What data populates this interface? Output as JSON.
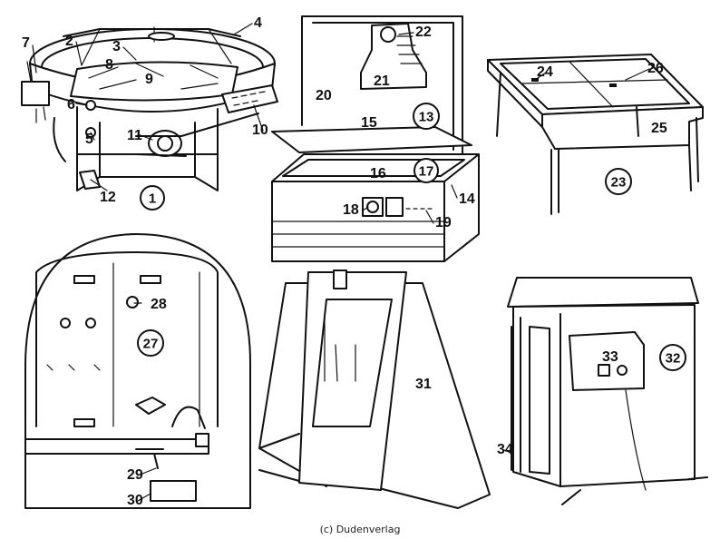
{
  "figures": {
    "f1": "1",
    "f13": "13",
    "f17": "17",
    "f23": "23",
    "f27": "27",
    "f32": "32",
    "f28": "28"
  },
  "labels": {
    "l2": "2",
    "l3": "3",
    "l4": "4",
    "l5": "5",
    "l6": "6",
    "l7": "7",
    "l8": "8",
    "l9": "9",
    "l10": "10",
    "l11": "11",
    "l12": "12",
    "l14": "14",
    "l15": "15",
    "l16": "16",
    "l18": "18",
    "l19": "19",
    "l20": "20",
    "l21": "21",
    "l22": "22",
    "l24": "24",
    "l25": "25",
    "l26": "26",
    "l29": "29",
    "l30": "30",
    "l31": "31",
    "l33": "33",
    "l34": "34"
  },
  "copyright": "(c) Dudenverlag"
}
